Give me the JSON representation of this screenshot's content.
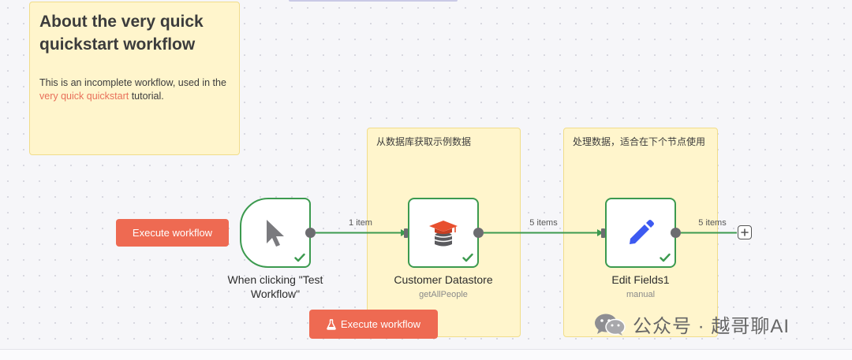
{
  "sticky_about": {
    "title": "About the very quick quickstart workflow",
    "text_before": "This is an incomplete workflow, used in the ",
    "link_text": "very quick quickstart",
    "text_after": " tutorial."
  },
  "sticky_fetch": {
    "text": "从数据库获取示例数据"
  },
  "sticky_process": {
    "text": "处理数据，适合在下个节点使用"
  },
  "buttons": {
    "execute_trigger": "Execute workflow",
    "execute_main": "Execute workflow"
  },
  "nodes": {
    "trigger": {
      "title": "When clicking \"Test Workflow\"",
      "icon": "cursor-arrow-icon",
      "status": "success"
    },
    "datastore": {
      "title": "Customer Datastore",
      "subtitle": "getAllPeople",
      "icon": "database-icon",
      "status": "success"
    },
    "edit": {
      "title": "Edit Fields1",
      "subtitle": "manual",
      "icon": "pencil-icon",
      "status": "success"
    }
  },
  "edges": {
    "e1": "1 item",
    "e2": "5 items",
    "e3": "5 items"
  },
  "watermark": {
    "text": "公众号 · 越哥聊AI"
  },
  "colors": {
    "accent": "#ee6a52",
    "success": "#3c9a4f",
    "sticky": "#fff5cc",
    "edit_icon": "#3d5af1"
  }
}
